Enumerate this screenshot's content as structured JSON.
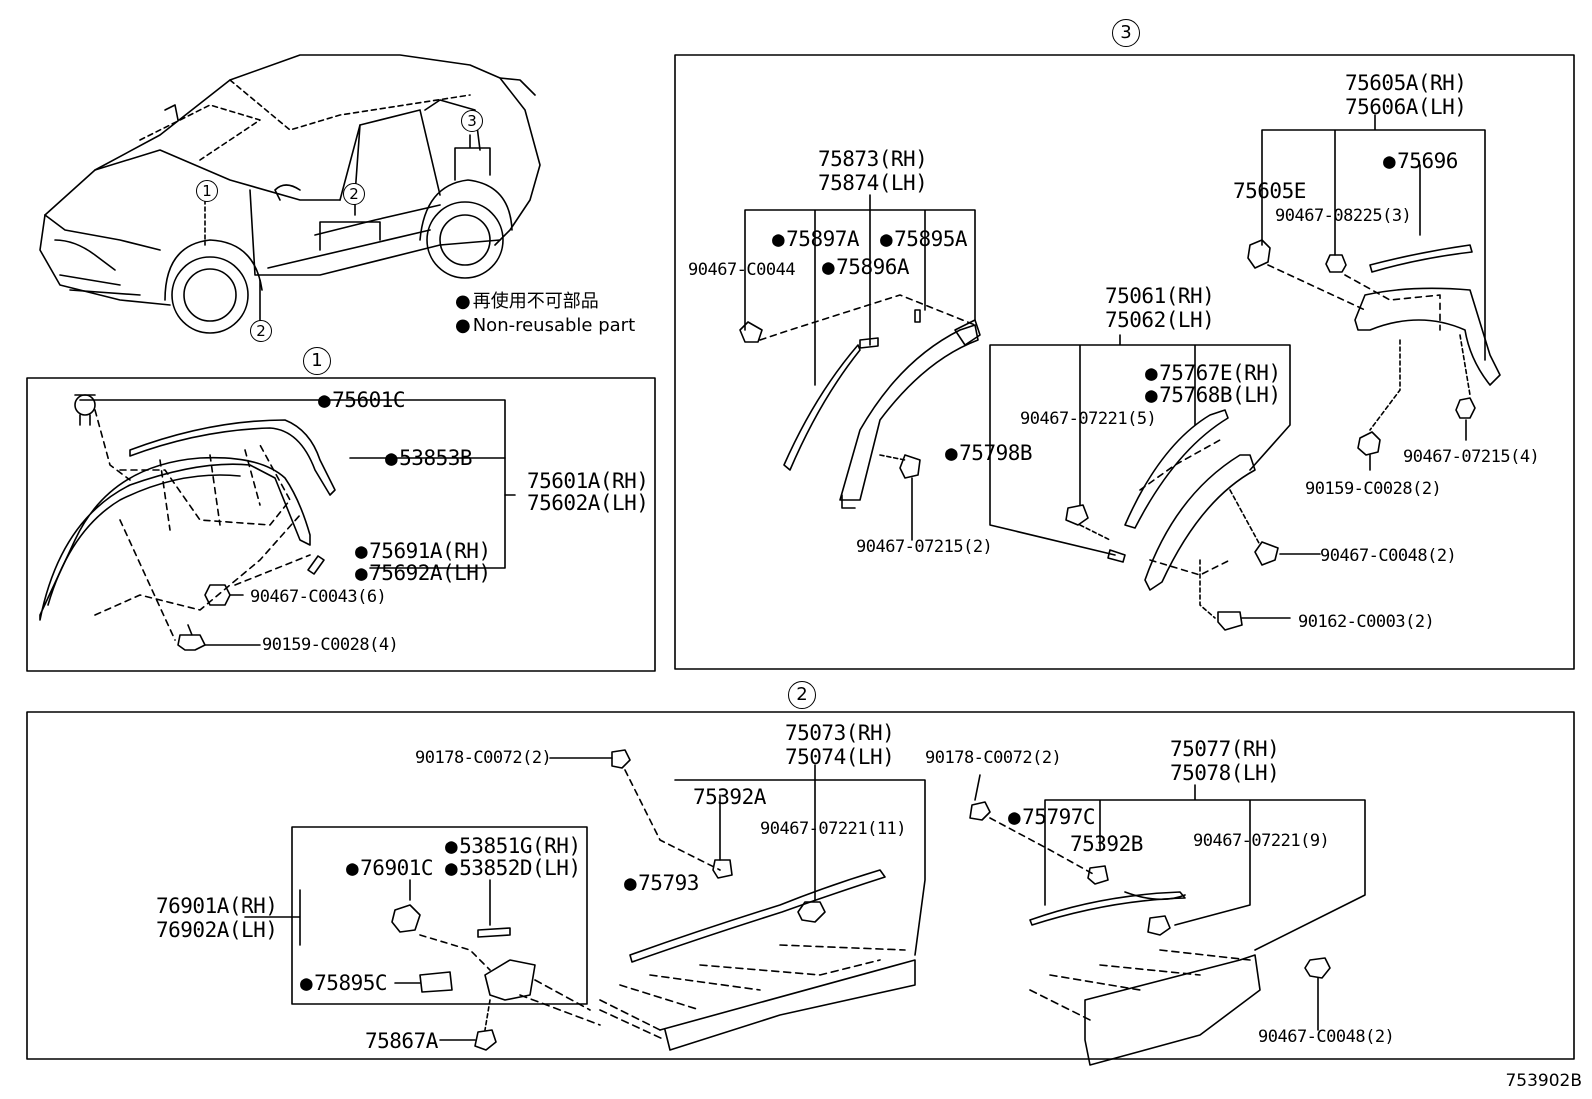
{
  "legend": {
    "jp": "再使用不可部品",
    "en": "Non-reusable part"
  },
  "diagram_code": "753902B",
  "section_markers": {
    "s1": "1",
    "s2": "2",
    "s3": "3"
  },
  "car_markers": {
    "m1": "1",
    "m2": "2",
    "m3": "3"
  },
  "section1": {
    "p75601C": "75601C",
    "p53853B": "53853B",
    "p75601A": "75601A(RH)",
    "p75602A": "75602A(LH)",
    "p75691A": "75691A(RH)",
    "p75692A": "75692A(LH)",
    "p90467C0043": "90467-C0043(6)",
    "p90159C0028": "90159-C0028(4)"
  },
  "section3": {
    "p75873": "75873(RH)",
    "p75874": "75874(LH)",
    "p75897A": "75897A",
    "p75895A": "75895A",
    "p75896A": "75896A",
    "p90467C0044": "90467-C0044",
    "p75798B": "75798B",
    "p90467_07215_2": "90467-07215(2)",
    "p75061": "75061(RH)",
    "p75062": "75062(LH)",
    "p75767E": "75767E(RH)",
    "p75768B": "75768B(LH)",
    "p90467_07221_5": "90467-07221(5)",
    "p90467C0048_2": "90467-C0048(2)",
    "p90162C0003": "90162-C0003(2)",
    "p75605A": "75605A(RH)",
    "p75606A": "75606A(LH)",
    "p75696": "75696",
    "p75605E": "75605E",
    "p90467_08225": "90467-08225(3)",
    "p90467_07215_4": "90467-07215(4)",
    "p90159C0028_2": "90159-C0028(2)"
  },
  "section2": {
    "p90178_a": "90178-C0072(2)",
    "p75073": "75073(RH)",
    "p75074": "75074(LH)",
    "p75392A": "75392A",
    "p90467_07221_11": "90467-07221(11)",
    "p75793": "75793",
    "p90178_b": "90178-C0072(2)",
    "p75797C": "75797C",
    "p75077": "75077(RH)",
    "p75078": "75078(LH)",
    "p75392B": "75392B",
    "p90467_07221_9": "90467-07221(9)",
    "p90467C0048": "90467-C0048(2)",
    "p53851G": "53851G(RH)",
    "p53852D": "53852D(LH)",
    "p76901C": "76901C",
    "p76901A": "76901A(RH)",
    "p76902A": "76902A(LH)",
    "p75895C": "75895C",
    "p75867A": "75867A"
  }
}
